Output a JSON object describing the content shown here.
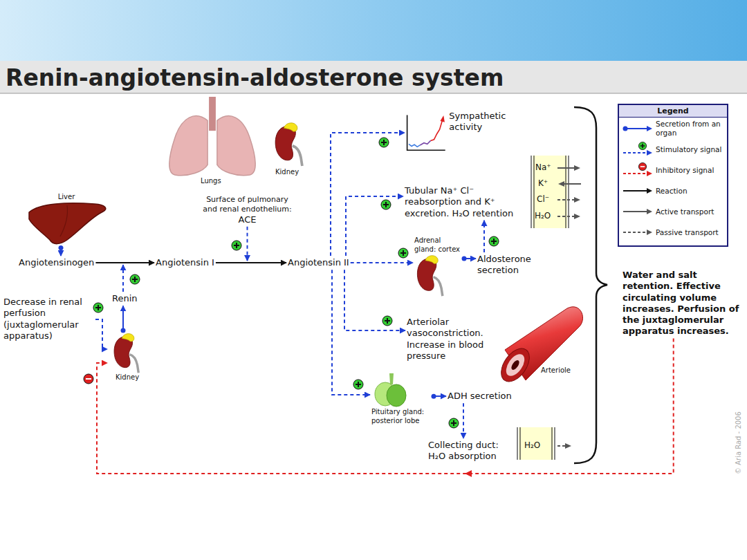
{
  "diagram": {
    "title": "Renin-angiotensin-aldosterone system",
    "nodes": [
      {
        "text": [
          "Liver"
        ]
      },
      {
        "text": [
          "Angiotensinogen"
        ]
      },
      {
        "text": [
          "Angiotensin I"
        ]
      },
      {
        "text": [
          "Angiotensin II"
        ]
      },
      {
        "text": [
          "Renin"
        ]
      },
      {
        "text": [
          "Decrease in renal perfusion (juxtaglomerular apparatus)"
        ]
      },
      {
        "text": [
          "Kidney"
        ]
      },
      {
        "text": [
          "Surface of pulmonary and renal endothelium:",
          "ACE"
        ]
      },
      {
        "text": [
          "Sympathetic activity"
        ]
      },
      {
        "text": [
          "Tubular Na⁺ Cl⁻ reabsorption and K⁺ excretion. H₂O retention"
        ]
      },
      {
        "text": [
          "Adrenal gland: cortex"
        ]
      },
      {
        "text": [
          "Aldosterone secretion"
        ]
      },
      {
        "text": [
          "Arteriolar vasoconstriction. Increase in blood pressure"
        ]
      },
      {
        "text": [
          "Pituitary gland: posterior lobe"
        ]
      },
      {
        "text": [
          "ADH secretion"
        ]
      },
      {
        "text": [
          "Collecting duct: H₂O absorption"
        ]
      },
      {
        "text": [
          "Water and salt retention. Effective circulating volume increases. Perfusion of the juxtaglomerular apparatus increases."
        ]
      }
    ],
    "edges": [
      {
        "from": 0,
        "to": 1,
        "arrow": "to"
      },
      {
        "from": 1,
        "to": 2,
        "arrow": "to"
      },
      {
        "from": 2,
        "to": 3,
        "arrow": "to"
      },
      {
        "from": 6,
        "to": 4,
        "arrow": "to"
      },
      {
        "from": 5,
        "to": 6,
        "arrow": "to"
      },
      {
        "from": 3,
        "to": 8,
        "arrow": "to"
      },
      {
        "from": 3,
        "to": 9,
        "arrow": "to"
      },
      {
        "from": 3,
        "to": 10,
        "arrow": "to"
      },
      {
        "from": 3,
        "to": 12,
        "arrow": "to"
      },
      {
        "from": 3,
        "to": 13,
        "arrow": "to"
      },
      {
        "from": 10,
        "to": 11,
        "arrow": "to"
      },
      {
        "from": 11,
        "to": 9,
        "arrow": "to"
      },
      {
        "from": 13,
        "to": 14,
        "arrow": "to"
      },
      {
        "from": 14,
        "to": 15,
        "arrow": "to"
      },
      {
        "from": 16,
        "to": 6,
        "arrow": "to"
      }
    ],
    "labels": [
      "Lungs",
      "Kidney",
      "Na⁺",
      "K⁺",
      "Cl⁻",
      "H₂O",
      "H₂O",
      "Arteriole",
      "Legend",
      "© Aria Rad - 2006"
    ],
    "legend": [
      {
        "text": "Secretion from an organ"
      },
      {
        "text": "Stimulatory signal"
      },
      {
        "text": "Inhibitory signal"
      },
      {
        "text": "Reaction"
      },
      {
        "text": "Active transport"
      },
      {
        "text": "Passive transport"
      }
    ]
  }
}
